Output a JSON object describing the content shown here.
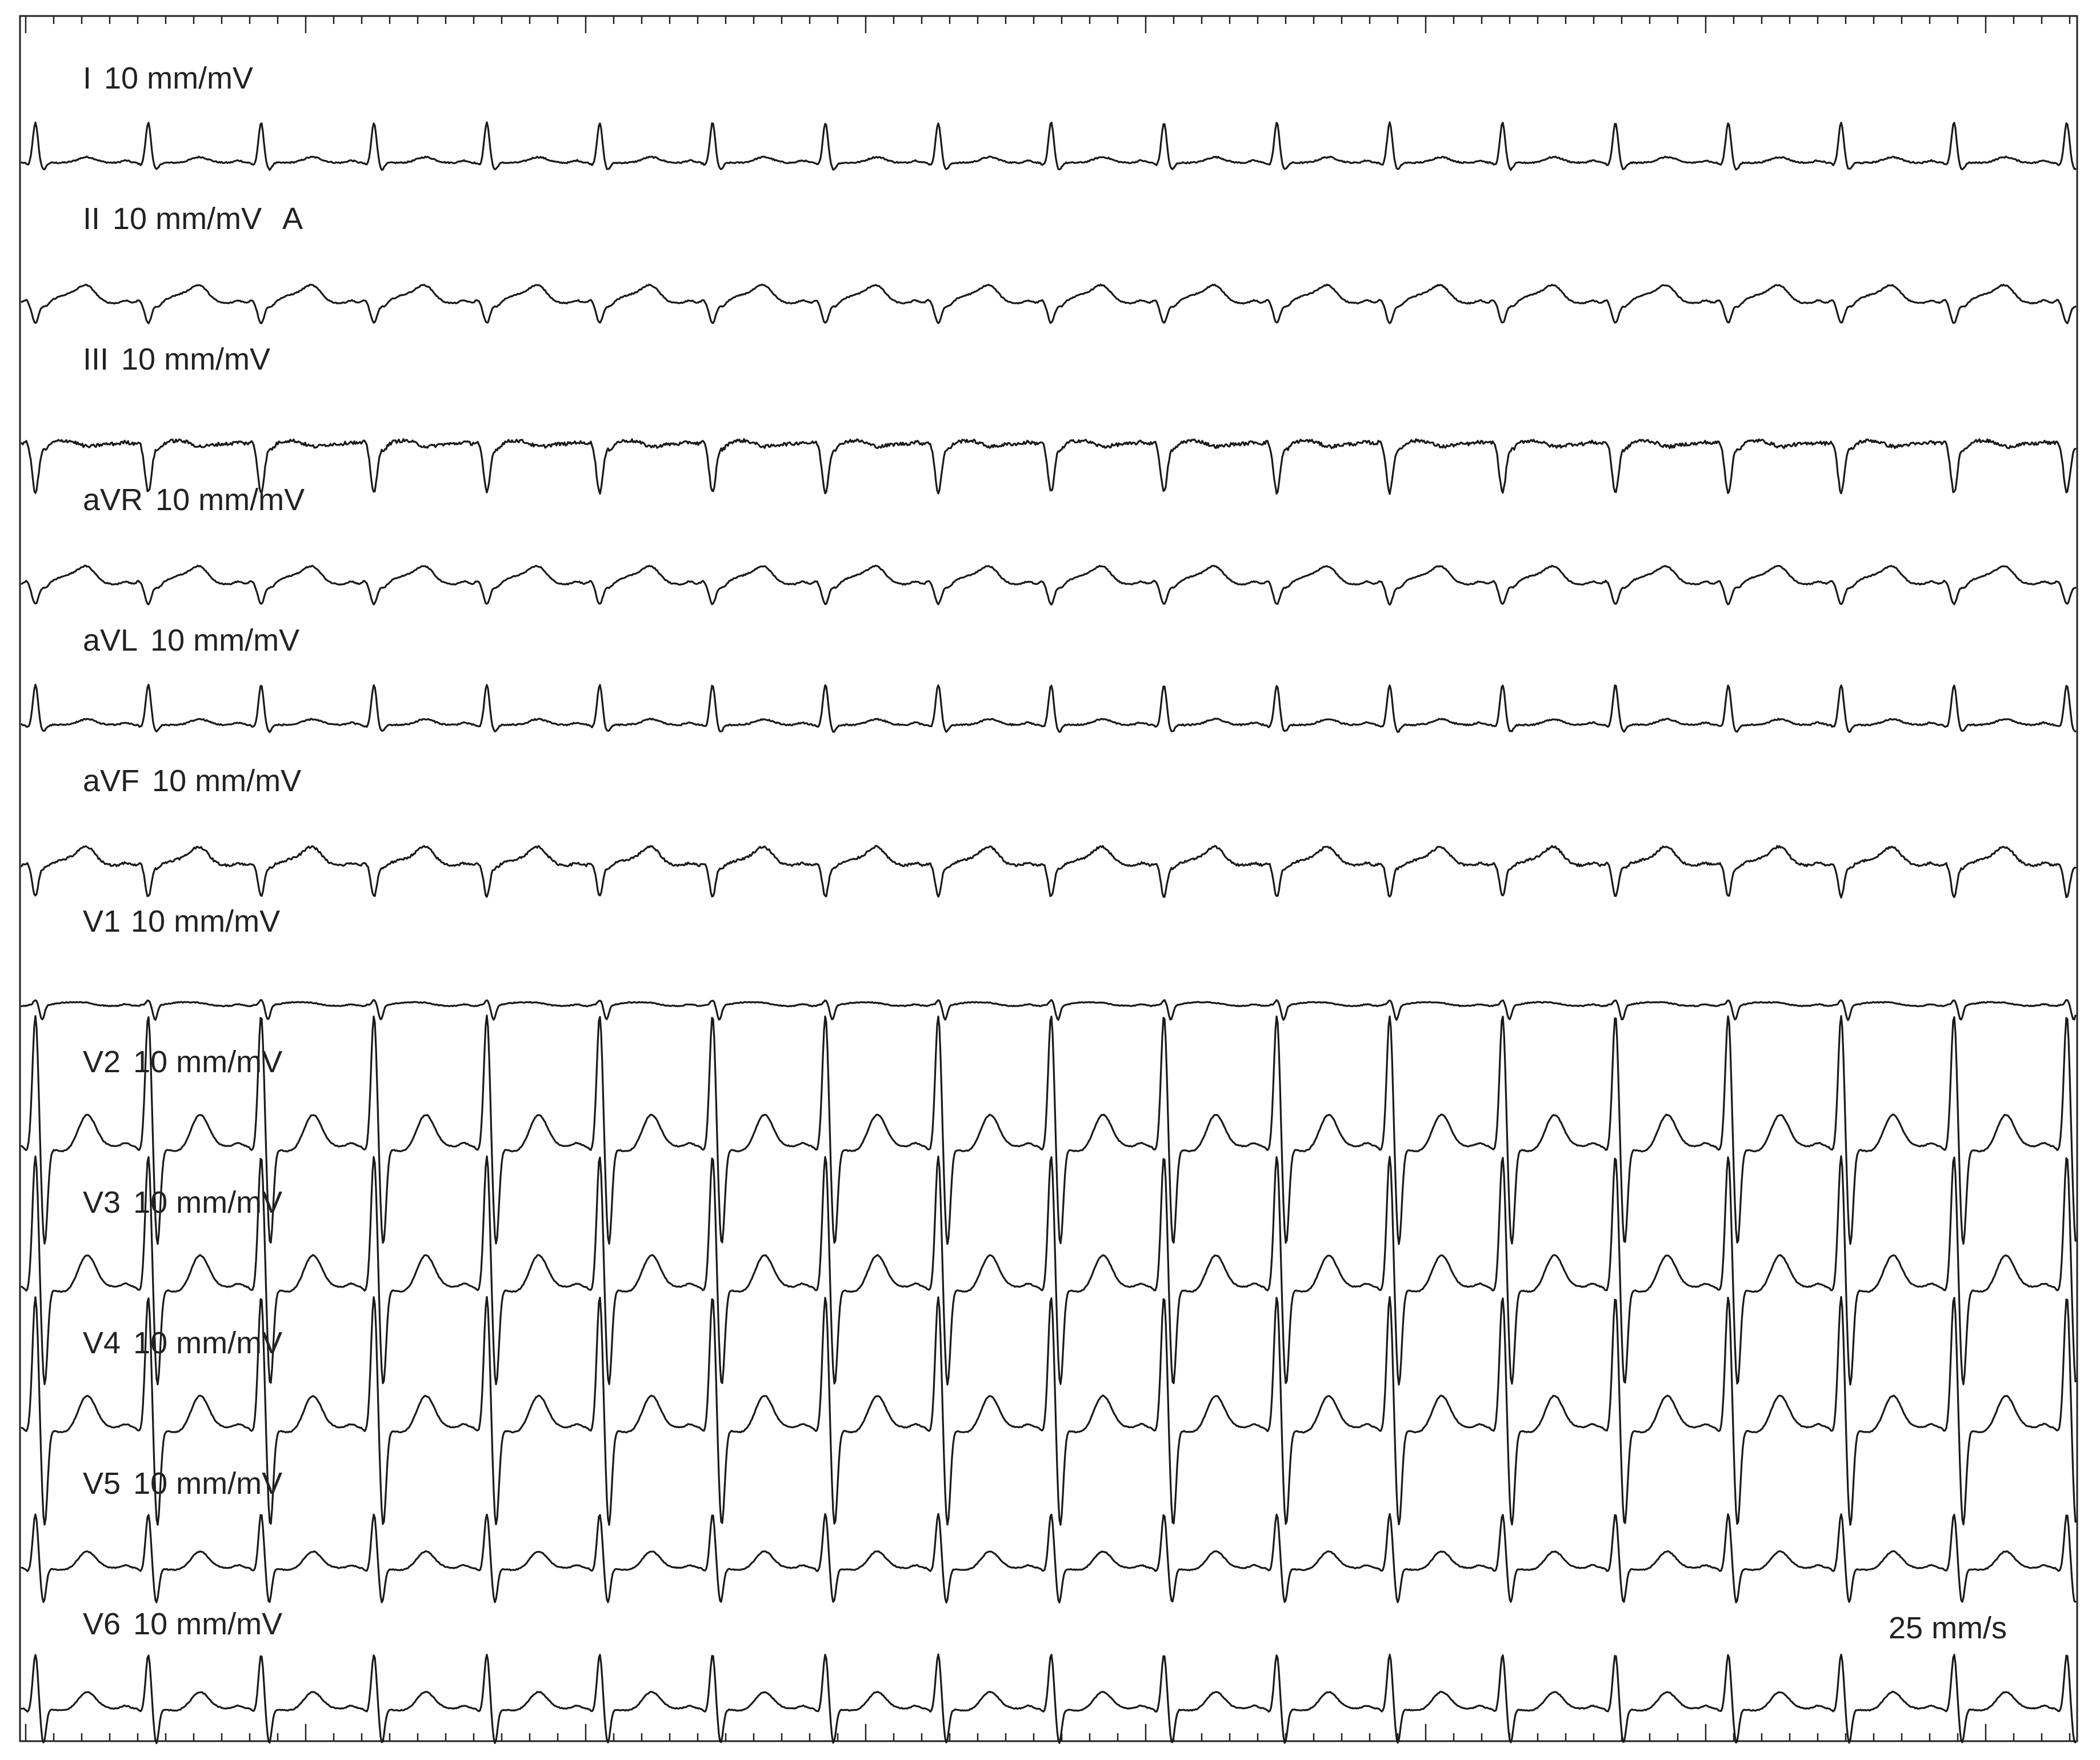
{
  "chart_data": {
    "type": "line",
    "title": "",
    "paper_speed": "25 mm/s",
    "grid": false,
    "beat_count": 19,
    "leads": [
      {
        "name": "I",
        "gain": "10 mm/mV",
        "marker": "",
        "morphology": "upright-narrow"
      },
      {
        "name": "II",
        "gain": "10 mm/mV",
        "marker": "A",
        "morphology": "biphasic-small"
      },
      {
        "name": "III",
        "gain": "10 mm/mV",
        "marker": "",
        "morphology": "inverted-noisy"
      },
      {
        "name": "aVR",
        "gain": "10 mm/mV",
        "marker": "",
        "morphology": "biphasic-small"
      },
      {
        "name": "aVL",
        "gain": "10 mm/mV",
        "marker": "",
        "morphology": "upright-narrow"
      },
      {
        "name": "aVF",
        "gain": "10 mm/mV",
        "marker": "",
        "morphology": "inverted-small"
      },
      {
        "name": "V1",
        "gain": "10 mm/mV",
        "marker": "",
        "morphology": "flat-small"
      },
      {
        "name": "V2",
        "gain": "10 mm/mV",
        "marker": "",
        "morphology": "large-rs"
      },
      {
        "name": "V3",
        "gain": "10 mm/mV",
        "marker": "",
        "morphology": "large-rs"
      },
      {
        "name": "V4",
        "gain": "10 mm/mV",
        "marker": "",
        "morphology": "large-rs"
      },
      {
        "name": "V5",
        "gain": "10 mm/mV",
        "marker": "",
        "morphology": "medium-rs"
      },
      {
        "name": "V6",
        "gain": "10 mm/mV",
        "marker": "",
        "morphology": "medium-rs"
      }
    ]
  }
}
